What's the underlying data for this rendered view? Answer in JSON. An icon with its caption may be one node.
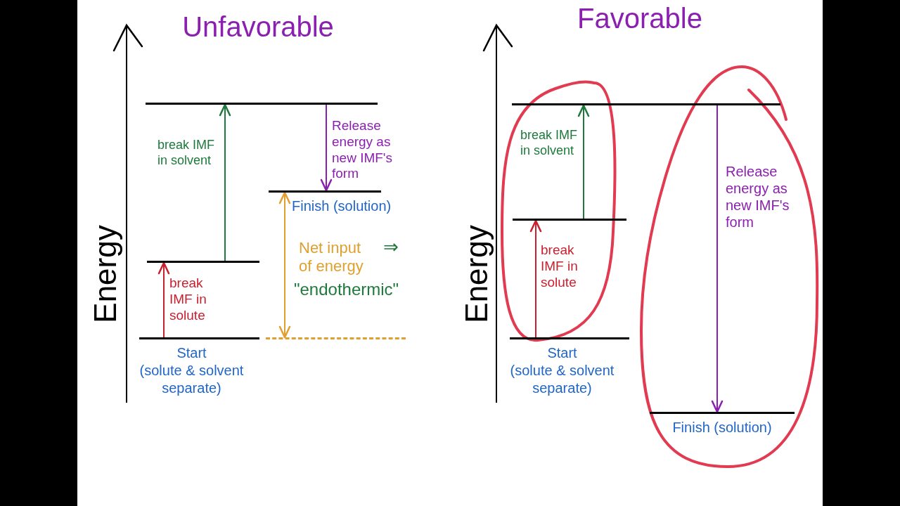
{
  "diagram": {
    "nodes": [
      {
        "text": [],
        "shape": "line"
      },
      {
        "text": [],
        "shape": "line",
        "beside": [
          "Finish (solution)"
        ]
      },
      {
        "text": [],
        "shape": "line"
      },
      {
        "text": [],
        "shape": "line",
        "beside": [
          "Start",
          "(solute & solvent separate)"
        ]
      },
      {
        "text": [],
        "shape": "line"
      },
      {
        "text": [],
        "shape": "line"
      },
      {
        "text": [],
        "shape": "line"
      },
      {
        "text": [],
        "shape": "line",
        "beside": [
          "Start",
          "(solute & solvent separate)"
        ]
      },
      {
        "text": [],
        "shape": "line",
        "beside": [
          "Finish (solution)"
        ]
      }
    ],
    "edges": [
      {
        "from": 3,
        "to": 2,
        "arrow": "to",
        "label": "break IMF in solute",
        "color": "#c8202f"
      },
      {
        "from": 2,
        "to": 0,
        "arrow": "to",
        "label": "break IMF in solvent",
        "color": "#1e7a3c"
      },
      {
        "from": 0,
        "to": 1,
        "arrow": "to",
        "label": "Release energy as new IMF's form",
        "color": "#8b1fb0"
      },
      {
        "from": 4,
        "to": 1,
        "arrow": "both",
        "label": "Net input of energy",
        "color": "#e0a030"
      },
      {
        "from": 7,
        "to": 6,
        "arrow": "to",
        "label": "break IMF in solute",
        "color": "#c8202f"
      },
      {
        "from": 6,
        "to": 5,
        "arrow": "to",
        "label": "break IMF in solvent",
        "color": "#1e7a3c"
      },
      {
        "from": 5,
        "to": 8,
        "arrow": "to",
        "label": "Release energy as new IMF's form",
        "color": "#8b1fb0"
      }
    ],
    "labels": [
      "Unfavorable",
      "Energy",
      "⇒",
      "\"endothermic\"",
      "Favorable",
      "Energy"
    ]
  }
}
